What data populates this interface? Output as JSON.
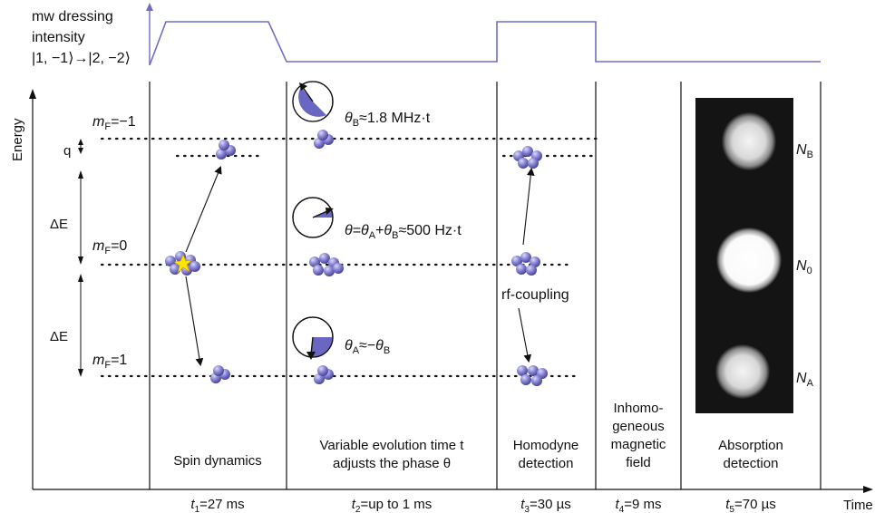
{
  "mw_label": {
    "line1": "mw dressing",
    "line2": "intensity",
    "line3": "|1, −1⟩→|2, −2⟩"
  },
  "axes": {
    "y_label": "Energy",
    "x_label": "Time"
  },
  "levels": {
    "m_minus1": {
      "m": "m",
      "sub": "F",
      "val": "=−1"
    },
    "m_zero": {
      "m": "m",
      "sub": "F",
      "val": "=0"
    },
    "m_plus1": {
      "m": "m",
      "sub": "F",
      "val": "=1"
    },
    "q": "q",
    "dE_upper": "ΔE",
    "dE_lower": "ΔE"
  },
  "phases": {
    "theta_B": {
      "sym": "θ",
      "sub": "B",
      "rest": "≈1.8 MHz·t"
    },
    "theta": {
      "sym": "θ",
      "eq": "=",
      "symA": "θ",
      "subA": "A",
      "plus": "+",
      "symB": "θ",
      "subB": "B",
      "rest": "≈500 Hz·t"
    },
    "theta_A": {
      "sym": "θ",
      "sub": "A",
      "rest": "≈−",
      "sym2": "θ",
      "sub2": "B"
    }
  },
  "rf_coupling": "rf-coupling",
  "stages": [
    {
      "lines": [
        "Spin dynamics"
      ]
    },
    {
      "lines": [
        "Variable evolution time t",
        "adjusts the phase θ"
      ]
    },
    {
      "lines": [
        "Homodyne",
        "detection"
      ]
    },
    {
      "lines": [
        "Inhomo-",
        "geneous",
        "magnetic",
        "field"
      ]
    },
    {
      "lines": [
        "Absorption",
        "detection"
      ]
    }
  ],
  "times": [
    {
      "t": "t",
      "sub": "1",
      "val": "=27 ms"
    },
    {
      "t": "t",
      "sub": "2",
      "val": "=up to 1 ms"
    },
    {
      "t": "t",
      "sub": "3",
      "val": "=30 µs"
    },
    {
      "t": "t",
      "sub": "4",
      "val": "=9 ms"
    },
    {
      "t": "t",
      "sub": "5",
      "val": "=70 µs"
    }
  ],
  "detection_labels": {
    "NB": {
      "n": "N",
      "sub": "B"
    },
    "N0": {
      "n": "N",
      "sub": "0"
    },
    "NA": {
      "n": "N",
      "sub": "A"
    }
  },
  "colors": {
    "atom": "#5a57b0",
    "atom_light": "#a9a6e3",
    "pulse": "#6f6cc8",
    "pie_fill": "#6a67c2"
  }
}
